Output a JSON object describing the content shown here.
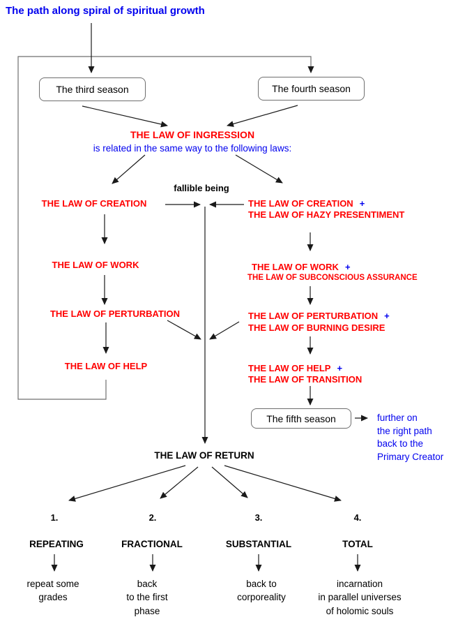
{
  "title": "The path along spiral of spiritual growth",
  "seasons": {
    "third": "The third season",
    "fourth": "The fourth season",
    "fifth": "The fifth season"
  },
  "ingression": {
    "title": "THE LAW OF INGRESSION",
    "subtitle": "is related in the same way to the following laws:"
  },
  "fallible_being": "fallible being",
  "left_laws": [
    "THE LAW OF CREATION",
    "THE LAW OF WORK",
    "THE LAW OF PERTURBATION",
    "THE LAW OF HELP"
  ],
  "right_laws": [
    {
      "law": "THE LAW OF CREATION",
      "plus": "+",
      "paired": "THE LAW OF HAZY PRESENTIMENT"
    },
    {
      "law": "THE LAW OF WORK",
      "plus": "+",
      "paired": "THE LAW OF SUBCONSCIOUS ASSURANCE"
    },
    {
      "law": "THE LAW OF PERTURBATION",
      "plus": "+",
      "paired": "THE LAW OF BURNING DESIRE"
    },
    {
      "law": "THE LAW OF HELP",
      "plus": "+",
      "paired": "THE LAW OF TRANSITION"
    }
  ],
  "law_of_return": "THE LAW OF RETURN",
  "side_note": {
    "line1": "further on",
    "line2": "the right path",
    "line3": "back to the",
    "line4": "Primary Creator"
  },
  "outcomes": [
    {
      "num": "1.",
      "label": "REPEATING",
      "desc": [
        "repeat some",
        "grades"
      ]
    },
    {
      "num": "2.",
      "label": "FRACTIONAL",
      "desc": [
        "back",
        "to the first",
        "phase"
      ]
    },
    {
      "num": "3.",
      "label": "SUBSTANTIAL",
      "desc": [
        "back to",
        "corporeality"
      ]
    },
    {
      "num": "4.",
      "label": "TOTAL",
      "desc": [
        "incarnation",
        "in parallel universes",
        "of holomic souls"
      ]
    }
  ],
  "colors": {
    "law_red": "#ff0000",
    "accent_blue": "#0000ee",
    "text_black": "#000000",
    "connector": "#1a1a1a",
    "loop_gray": "#6f6f6f"
  }
}
